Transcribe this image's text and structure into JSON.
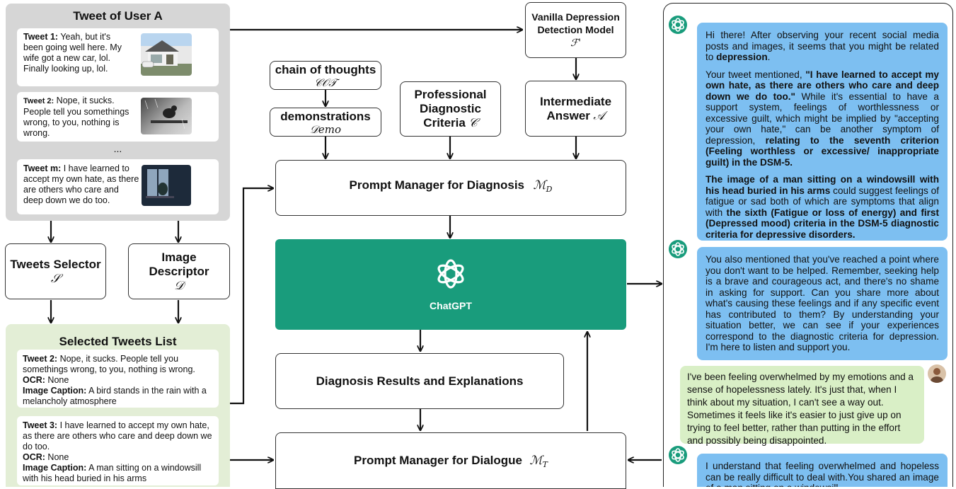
{
  "user_panel": {
    "title": "Tweet of User A",
    "tweets": [
      {
        "label": "Tweet 1:",
        "text": " Yeah, but it's been going well here.  My wife got a new car, lol. Finally looking up, lol."
      },
      {
        "label": "Tweet 2:",
        "text": " Nope, it sucks. People tell you somethings wrong, to you, nothing is wrong."
      },
      {
        "label": "Tweet m:",
        "text": " I have learned to accept my own hate, as there are others who care and deep down we do too."
      }
    ],
    "ellipsis": "..."
  },
  "selector": {
    "title": "Tweets Selector",
    "symbol": "𝒮"
  },
  "descriptor": {
    "title": "Image Descriptor",
    "symbol": "𝒟"
  },
  "selected": {
    "title": "Selected Tweets List",
    "items": [
      {
        "label": "Tweet 2:",
        "text": " Nope, it sucks. People tell you somethings wrong, to you, nothing is wrong.",
        "ocr_label": "OCR:",
        "ocr": " None",
        "caption_label": "Image Caption:",
        "caption": " A bird stands in the rain with a melancholy atmosphere"
      },
      {
        "label": "Tweet 3:",
        "text": " I have learned to accept my own hate, as there are others who care and deep down we do too.",
        "ocr_label": "OCR:",
        "ocr": " None",
        "caption_label": "Image Caption:",
        "caption": " A man sitting on a windowsill with his head buried in his arms"
      }
    ]
  },
  "cot": {
    "title": "chain of thoughts",
    "symbol": "𝒞𝒪𝒯"
  },
  "demo": {
    "title": "demonstrations",
    "symbol": "𝒟emo"
  },
  "criteria": {
    "line1": "Professional",
    "line2": "Diagnostic",
    "line3": "Criteria",
    "symbol": "𝒞"
  },
  "vanilla": {
    "line1": "Vanilla Depression",
    "line2": "Detection Model",
    "symbol": "ℱ'"
  },
  "intermediate": {
    "line1": "Intermediate",
    "line2": "Answer",
    "symbol": "𝒜"
  },
  "pm_diag": {
    "title": "Prompt Manager for Diagnosis",
    "symbol": "ℳ",
    "sub": "D"
  },
  "chatgpt": {
    "label": "ChatGPT",
    "color": "#199c7c"
  },
  "results": {
    "title": "Diagnosis Results and Explanations"
  },
  "pm_dialog": {
    "title": "Prompt Manager for Dialogue",
    "symbol": "ℳ",
    "sub": "T"
  },
  "chat": {
    "m1_p1a": "Hi there! After observing your recent social media posts and images, it seems that you might be related to ",
    "m1_p1b": "depression",
    "m1_p1c": ".",
    "m1_p2a": "Your tweet mentioned, ",
    "m1_p2b": "\"I have learned to accept my own hate, as there are others who care and deep down we do too.\"",
    "m1_p2c": " While it's essential to have a support system, feelings of worthlessness or excessive guilt, which might be implied by \"accepting your own hate,\" can be another symptom of depression, ",
    "m1_p2d": "relating to the seventh criterion (Feeling worthless or excessive/ inappropriate guilt) in the DSM-5.",
    "m1_p3a": "The image of a man sitting on a windowsill with his head buried in his arms",
    "m1_p3b": " could suggest feelings of fatigue or sad both of which are symptoms that align with ",
    "m1_p3c": "the sixth (Fatigue or loss of energy) and first (Depressed mood) criteria in the DSM-5 diagnostic criteria for depressive disorders.",
    "m2": "You also mentioned that you've reached a point where you don't want to be helped. Remember, seeking help is a brave and courageous act, and there's no shame in asking for support. Can you share more about what's causing these feelings and if any specific event has contributed to them? By understanding your situation better, we can see if your experiences correspond to the diagnostic criteria for depression. I'm here to listen and support you.",
    "user": "I've been feeling overwhelmed by my emotions and a sense of hopelessness lately. It's just that, when I think about my situation, I can't see a way out. Sometimes it feels like it's easier to just give up on trying to feel better, rather than putting in the effort and possibly being disappointed.",
    "m3": "I understand that feeling overwhelmed and hopeless can be really difficult to deal with.You shared an image of a man sitting on a windowsill"
  },
  "colors": {
    "gray_panel": "#d6d6d6",
    "green_panel": "#e3eed6",
    "bubble_blue": "#7dbff1",
    "bubble_green": "#d9efc6",
    "chatgpt_green": "#199c7c"
  },
  "icons": [
    "openai-logo-icon",
    "user-avatar-icon",
    "arrow-icon"
  ]
}
